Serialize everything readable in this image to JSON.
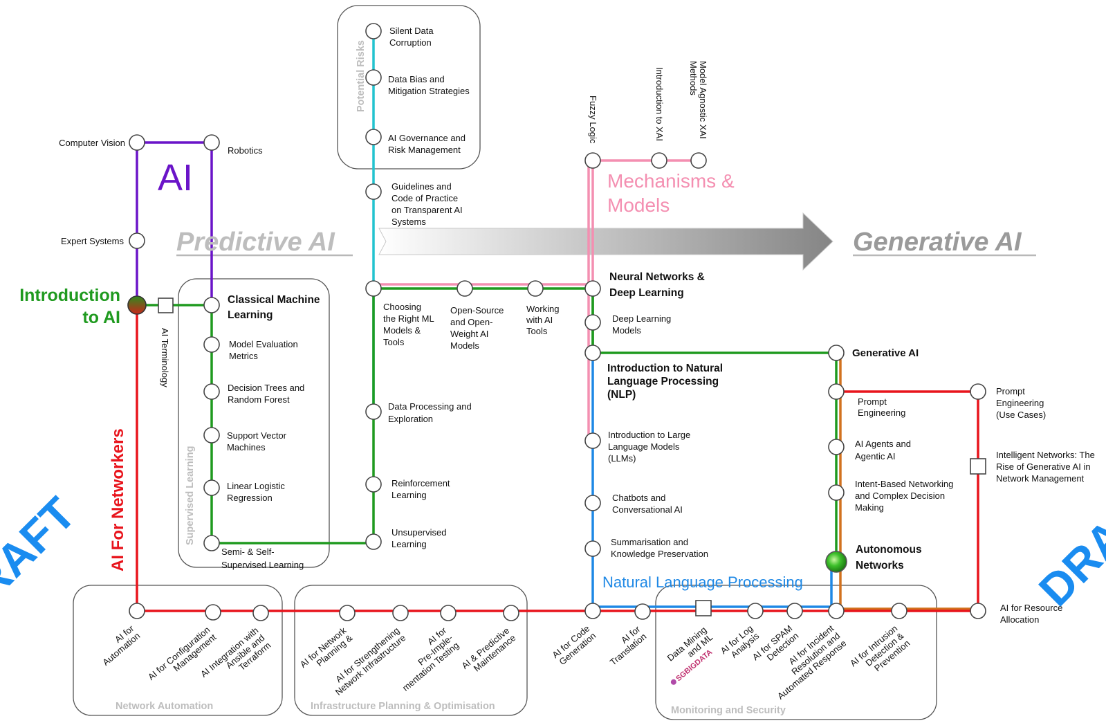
{
  "colors": {
    "ai": "#6a14c8",
    "networkers": "#e8141c",
    "intro": "#1f9a1f",
    "risks": "#22c3cf",
    "mechanisms": "#f48fb1",
    "nlp": "#1e88e5",
    "genai_orange": "#d2711e",
    "grey_text": "#bdbdbd",
    "watermark": "#1a8cf0"
  },
  "headings": {
    "ai": "AI",
    "predictive": "Predictive AI",
    "generative": "Generative AI",
    "intro_line1": "Introduction",
    "intro_line2": "to AI",
    "networkers": "AI For Networkers",
    "mechanisms_line1": "Mechanisms &",
    "mechanisms_line2": "Models",
    "nlp": "Natural Language Processing",
    "watermark": "DRAFT"
  },
  "groups": {
    "potential_risks": "Potential Risks",
    "supervised": "Supervised Learning",
    "network_automation": "Network Automation",
    "infra_planning": "Infrastructure Planning & Optimisation",
    "monitoring": "Monitoring and Security"
  },
  "stations": {
    "computer_vision": "Computer Vision",
    "robotics": "Robotics",
    "expert_systems": "Expert Systems",
    "ai_terminology": "AI Terminology",
    "cml": [
      "Classical Machine",
      "Learning"
    ],
    "model_eval": [
      "Model Evaluation",
      "Metrics"
    ],
    "decision_trees": [
      "Decision Trees and",
      "Random Forest"
    ],
    "svm": [
      "Support Vector",
      "Machines"
    ],
    "linear_logistic": [
      "Linear Logistic",
      "Regression"
    ],
    "semi_self": [
      "Semi- & Self-",
      "Supervised Learning"
    ],
    "silent_data": [
      "Silent Data",
      "Corruption"
    ],
    "data_bias": [
      "Data Bias and",
      "Mitigation Strategies"
    ],
    "governance": [
      "AI Governance and",
      "Risk Management"
    ],
    "guidelines": [
      "Guidelines and",
      "Code of Practice",
      "on Transparent AI",
      "Systems"
    ],
    "choosing": [
      "Choosing",
      "the Right ML",
      "Models &",
      "Tools"
    ],
    "open_source": [
      "Open-Source",
      "and Open-",
      "Weight AI",
      "Models"
    ],
    "working_tools": [
      "Working",
      "with AI",
      "Tools"
    ],
    "data_processing": [
      "Data Processing and",
      "Exploration"
    ],
    "reinforcement": [
      "Reinforcement",
      "Learning"
    ],
    "unsupervised": [
      "Unsupervised",
      "Learning"
    ],
    "fuzzy": "Fuzzy Logic",
    "intro_xai": "Introduction to XAI",
    "model_agnostic": [
      "Model Agnostic XAI",
      "Methods"
    ],
    "nn_dl": [
      "Neural Networks &",
      "Deep Learning"
    ],
    "dl_models": [
      "Deep Learning",
      "Models"
    ],
    "intro_nlp": [
      "Introduction to Natural",
      "Language Processing",
      "(NLP)"
    ],
    "intro_llm": [
      "Introduction to Large",
      "Language Models",
      "(LLMs)"
    ],
    "chatbots": [
      "Chatbots and",
      "Conversational AI"
    ],
    "summarisation": [
      "Summarisation and",
      "Knowledge Preservation"
    ],
    "generative_ai": "Generative AI",
    "prompt_eng": [
      "Prompt",
      "Engineering"
    ],
    "prompt_uc": [
      "Prompt",
      "Engineering",
      "(Use Cases)"
    ],
    "agents": [
      "AI Agents and",
      "Agentic AI"
    ],
    "intent": [
      "Intent-Based Networking",
      "and Complex Decision",
      "Making"
    ],
    "intelligent": [
      "Intelligent Networks: The",
      "Rise of Generative AI in",
      "Network Management"
    ],
    "autonomous": [
      "Autonomous",
      "Networks"
    ],
    "resource": [
      "AI for Resource",
      "Allocation"
    ],
    "automation": [
      "AI for",
      "Automation"
    ],
    "config_mgmt": [
      "AI for Configuration",
      "Management"
    ],
    "ansible": [
      "AI Integration with",
      "Ansible and",
      "Terraform"
    ],
    "net_planning": [
      "AI for Network",
      "Planning &"
    ],
    "strengthening": [
      "AI for Strengthening",
      "Network Infrastructure"
    ],
    "preimpl": [
      "AI for",
      "Pre-Imple-",
      "mentation Testing"
    ],
    "predictive_maint": [
      "AI & Predictive",
      "Maintenance"
    ],
    "code_gen": [
      "AI for Code",
      "Generation"
    ],
    "translation": [
      "AI for",
      "Translation"
    ],
    "data_mining": [
      "Data Mining",
      "and ML"
    ],
    "log_analysis": [
      "AI for Log",
      "Analysis"
    ],
    "spam": [
      "AI for SPAM",
      "Detection"
    ],
    "incident": [
      "AI for Incident",
      "Resolution and",
      "Automated Response"
    ],
    "intrusion": [
      "AI for Intrusion",
      "Detection &",
      "Prevention"
    ]
  },
  "logos": {
    "sgbigdata": "SGBIGDATA"
  }
}
